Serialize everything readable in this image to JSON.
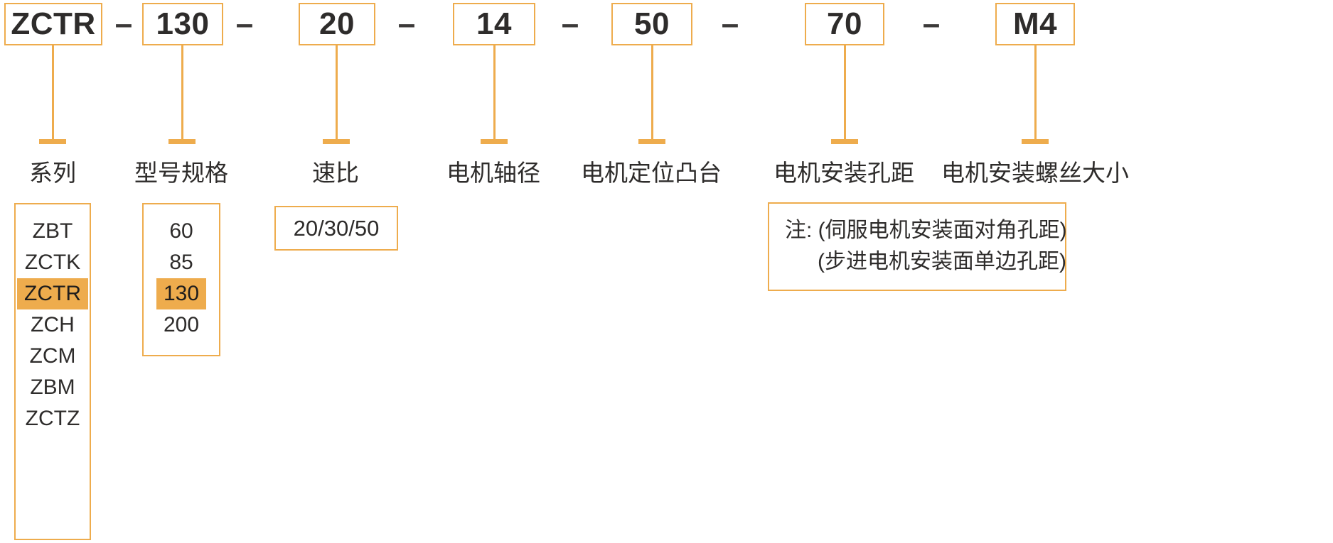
{
  "diagram": {
    "full_code": "ZCTR-130-20-14-50-70-M4",
    "separator": "–",
    "accent_color": "#eeac4d",
    "text_color": "#2e2c2b",
    "segments": [
      {
        "code": "ZCTR",
        "label": "系列",
        "options": [
          "ZBT",
          "ZCTK",
          "ZCTR",
          "ZCH",
          "ZCM",
          "ZBM",
          "ZCTZ"
        ],
        "selected": "ZCTR"
      },
      {
        "code": "130",
        "label": "型号规格",
        "options": [
          "60",
          "85",
          "130",
          "200"
        ],
        "selected": "130"
      },
      {
        "code": "20",
        "label": "速比",
        "value_box": "20/30/50"
      },
      {
        "code": "14",
        "label": "电机轴径"
      },
      {
        "code": "50",
        "label": "电机定位凸台"
      },
      {
        "code": "70",
        "label": "电机安装孔距"
      },
      {
        "code": "M4",
        "label": "电机安装螺丝大小"
      }
    ],
    "note": {
      "line1": "注: (伺服电机安装面对角孔距)",
      "line2": "(步进电机安装面单边孔距)"
    }
  }
}
